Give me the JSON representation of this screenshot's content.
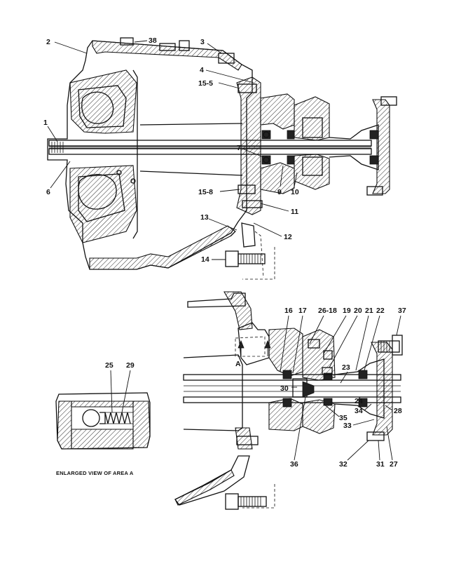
{
  "callouts_upper": [
    "2",
    "38",
    "3",
    "4",
    "15-5",
    "1",
    "7",
    "6",
    "9",
    "10",
    "15-8",
    "11",
    "13",
    "12",
    "14"
  ],
  "callouts_lower": [
    "16",
    "17",
    "26-18",
    "19",
    "20",
    "21",
    "22",
    "37",
    "A",
    "23",
    "30",
    "24",
    "34",
    "28",
    "35",
    "33",
    "36",
    "32",
    "31",
    "27"
  ],
  "inset": {
    "callouts": [
      "25",
      "29"
    ],
    "caption": "ENLARGED VIEW OF AREA A"
  }
}
